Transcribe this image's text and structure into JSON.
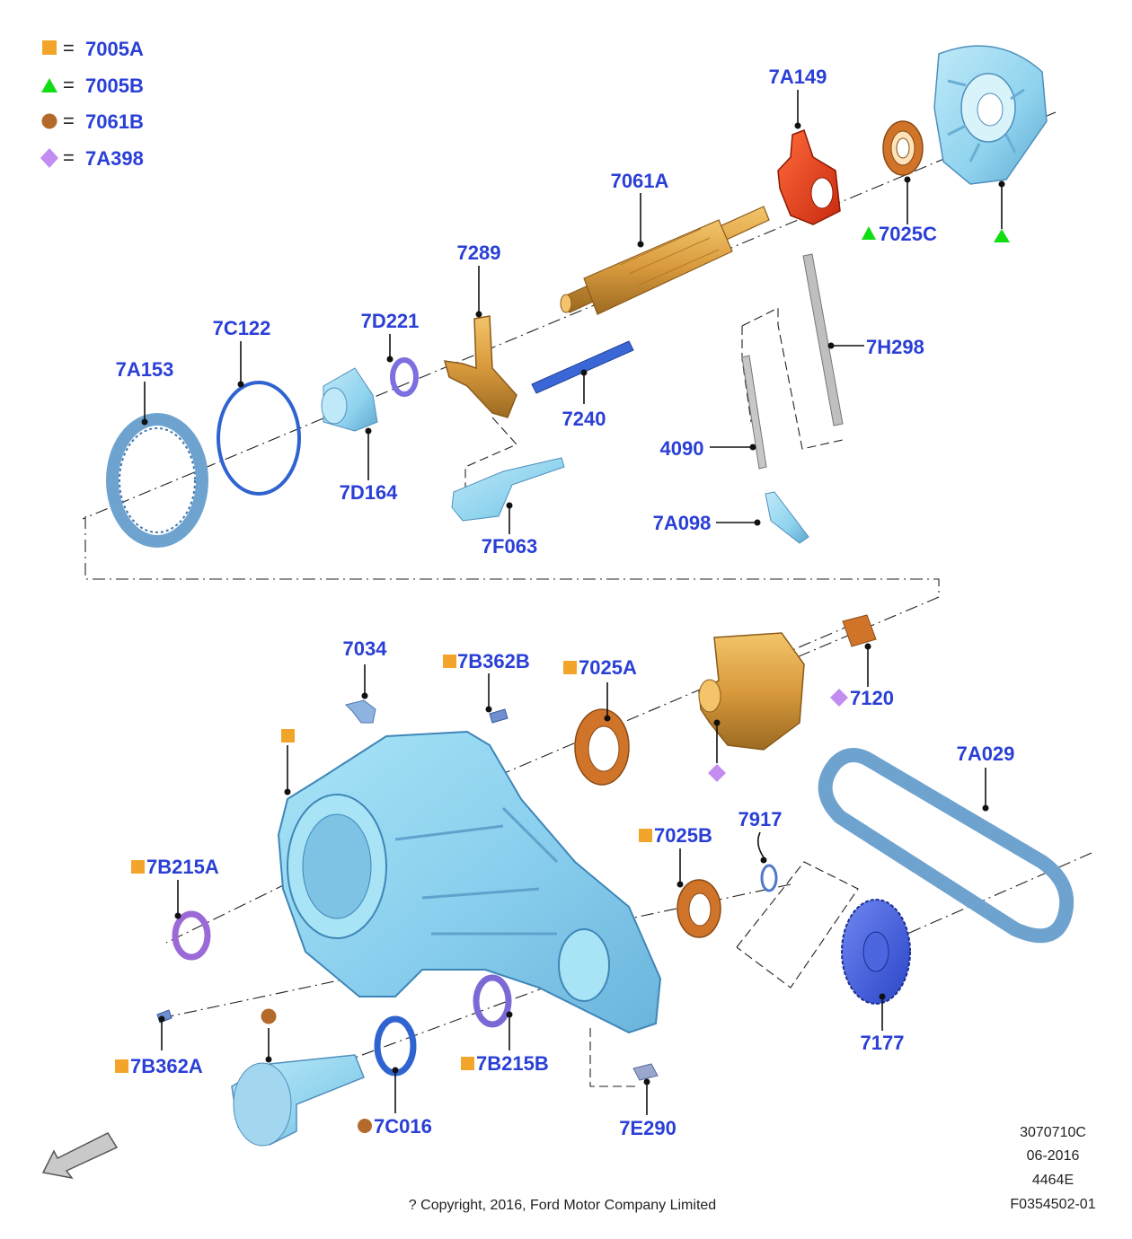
{
  "legend": [
    {
      "shape": "square",
      "color": "#f2a52a",
      "code": "7005A"
    },
    {
      "shape": "triangle",
      "color": "#12dd12",
      "code": "7005B"
    },
    {
      "shape": "circle",
      "color": "#b36a2a",
      "code": "7061B"
    },
    {
      "shape": "diamond",
      "color": "#c38cf0",
      "code": "7A398"
    }
  ],
  "legend_eq": "=",
  "labels": {
    "7A149": "7A149",
    "7061A": "7061A",
    "7025C": "7025C",
    "7289": "7289",
    "7H298": "7H298",
    "7C122": "7C122",
    "7D221": "7D221",
    "7A153": "7A153",
    "7240": "7240",
    "4090": "4090",
    "7D164": "7D164",
    "7F063": "7F063",
    "7A098": "7A098",
    "7034": "7034",
    "7B362B": "7B362B",
    "7025A": "7025A",
    "7120": "7120",
    "7A029": "7A029",
    "7917": "7917",
    "7025B": "7025B",
    "7B215A": "7B215A",
    "7B362A": "7B362A",
    "7B215B": "7B215B",
    "7C016": "7C016",
    "7E290": "7E290",
    "7177": "7177"
  },
  "colors": {
    "label": "#2a3fd6",
    "orange_marker": "#f2a52a",
    "green_marker": "#12dd12",
    "brown_marker": "#b36a2a",
    "violet_marker": "#c38cf0",
    "case_blue": "#8fd3ee",
    "part_gold": "#d89a3c",
    "fork_red": "#e03a1a",
    "seal_orange": "#d0742a"
  },
  "footer": {
    "line1": "3070710C",
    "line2": "06-2016",
    "line3": "4464E",
    "line4": "F0354502-01",
    "copyright": "? Copyright, 2016, Ford Motor Company Limited"
  },
  "icons": {
    "direction_arrow": "direction-arrow-icon"
  }
}
